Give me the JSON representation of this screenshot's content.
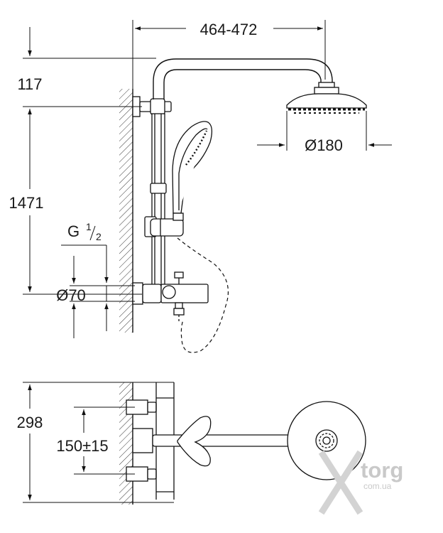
{
  "dimensions": {
    "top_span": "464-472",
    "arm_drop": "117",
    "rail_height": "1471",
    "thread_main": "G",
    "thread_num": "1",
    "thread_den": "2",
    "head_diameter": "Ø180",
    "mixer_diameter": "Ø70",
    "plan_depth": "298",
    "inlet_spacing": "150±15"
  },
  "watermark": {
    "brand": "torg",
    "domain": "com.ua"
  }
}
